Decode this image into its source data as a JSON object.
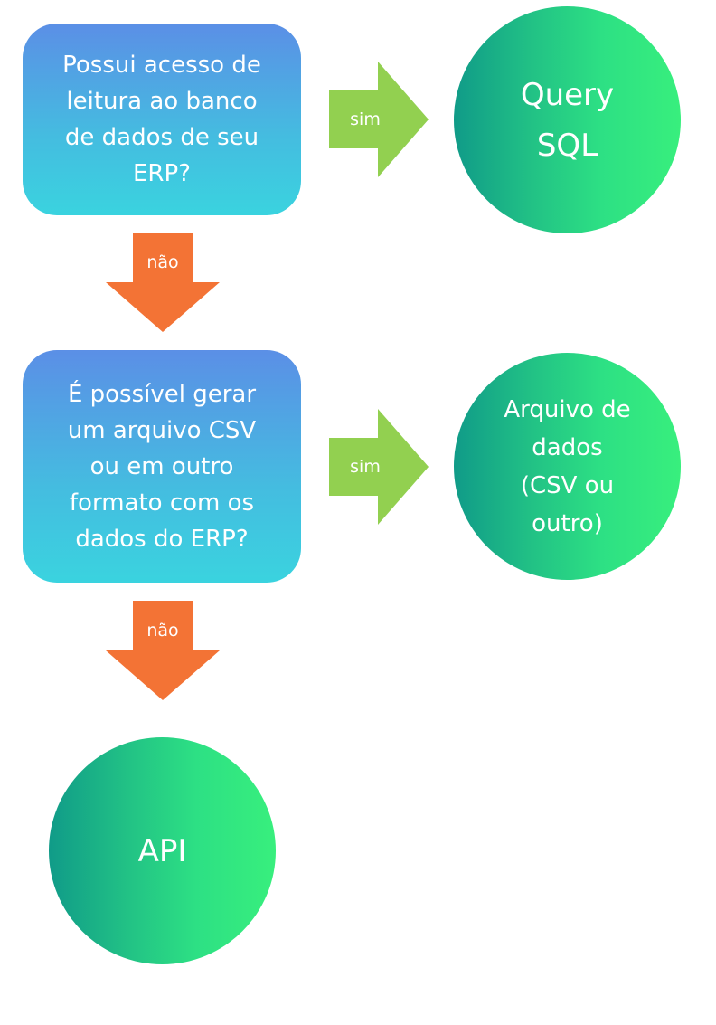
{
  "nodes": {
    "question_1": {
      "lines": [
        "Possui acesso de",
        "leitura ao banco",
        "de dados de seu",
        "ERP?"
      ]
    },
    "question_2": {
      "lines": [
        "É possível gerar",
        "um arquivo CSV",
        "ou em outro",
        "formato com os",
        "dados do ERP?"
      ]
    },
    "result_sql": {
      "lines": [
        "Query",
        "SQL"
      ]
    },
    "result_file": {
      "lines": [
        "Arquivo de",
        "dados",
        "(CSV ou",
        "outro)"
      ]
    },
    "result_api": {
      "lines": [
        "API"
      ]
    }
  },
  "edges": {
    "q1_yes": {
      "label": "sim"
    },
    "q1_no": {
      "label": "não"
    },
    "q2_yes": {
      "label": "sim"
    },
    "q2_no": {
      "label": "não"
    }
  },
  "colors": {
    "question_gradient_top": "#5b8fe6",
    "question_gradient_bottom": "#3ad3df",
    "result_gradient_left": "#109b88",
    "result_gradient_right": "#38ef7d",
    "yes_arrow": "#92d050",
    "no_arrow": "#f37335"
  }
}
